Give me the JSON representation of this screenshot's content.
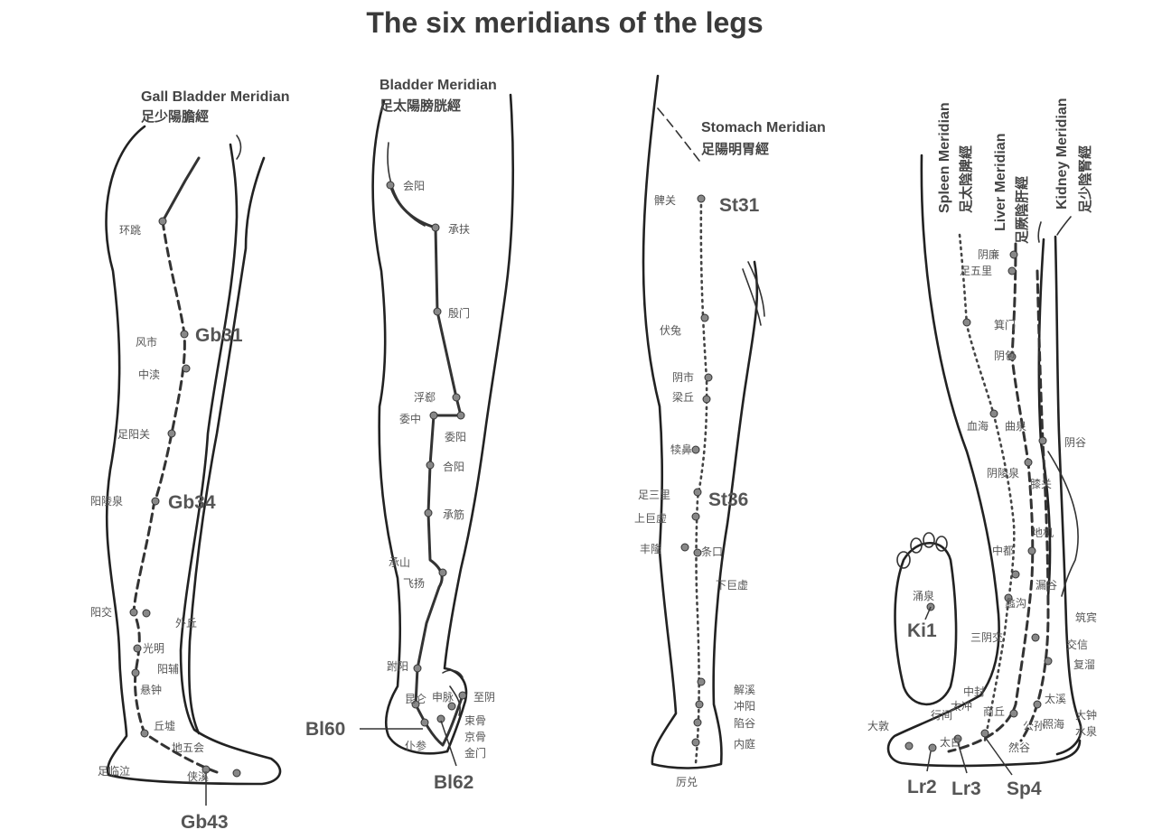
{
  "title": "The six meridians of the legs",
  "legs": {
    "gall_bladder": {
      "label_en": "Gall Bladder Meridian",
      "label_cn": "足少陽膽經",
      "codes": [
        "Gb31",
        "Gb34",
        "Gb43"
      ],
      "points_cn": [
        "环跳",
        "风市",
        "中渎",
        "足阳关",
        "阳陵泉",
        "阳交",
        "外丘",
        "光明",
        "阳辅",
        "悬钟",
        "丘墟",
        "足临泣",
        "地五会",
        "侠溪"
      ]
    },
    "bladder": {
      "label_en": "Bladder Meridian",
      "label_cn": "足太陽膀胱經",
      "codes": [
        "Bl60",
        "Bl62"
      ],
      "points_cn": [
        "会阳",
        "承扶",
        "殷门",
        "浮郄",
        "委中",
        "委阳",
        "合阳",
        "承筋",
        "承山",
        "飞扬",
        "跗阳",
        "昆仑",
        "仆参",
        "申脉",
        "至阴",
        "束骨",
        "京骨",
        "金门"
      ]
    },
    "stomach": {
      "label_en": "Stomach Meridian",
      "label_cn": "足陽明胃經",
      "codes": [
        "St31",
        "St36"
      ],
      "points_cn": [
        "髀关",
        "伏兔",
        "阴市",
        "梁丘",
        "犊鼻",
        "足三里",
        "上巨虚",
        "丰隆",
        "条口",
        "下巨虚",
        "解溪",
        "冲阳",
        "陷谷",
        "内庭",
        "厉兑"
      ]
    },
    "spleen": {
      "label_en": "Spleen Meridian",
      "label_cn": "足太陰脾經",
      "code": "Sp4"
    },
    "liver": {
      "label_en": "Liver Meridian",
      "label_cn": "足厥陰肝經",
      "codes": [
        "Lr2",
        "Lr3"
      ]
    },
    "kidney": {
      "label_en": "Kidney Meridian",
      "label_cn": "足少陰腎經",
      "code": "Ki1"
    },
    "inner_points_cn": [
      "阴廉",
      "足五里",
      "箕门",
      "阴包",
      "血海",
      "曲泉",
      "阴陵泉",
      "膝关",
      "阴谷",
      "地机",
      "中都",
      "漏谷",
      "蠡沟",
      "三阴交",
      "筑宾",
      "交信",
      "复溜",
      "太溪",
      "大钟",
      "水泉",
      "照海",
      "涌泉",
      "中封",
      "太冲",
      "行间",
      "大敦",
      "商丘",
      "公孙",
      "然谷",
      "太白"
    ]
  }
}
